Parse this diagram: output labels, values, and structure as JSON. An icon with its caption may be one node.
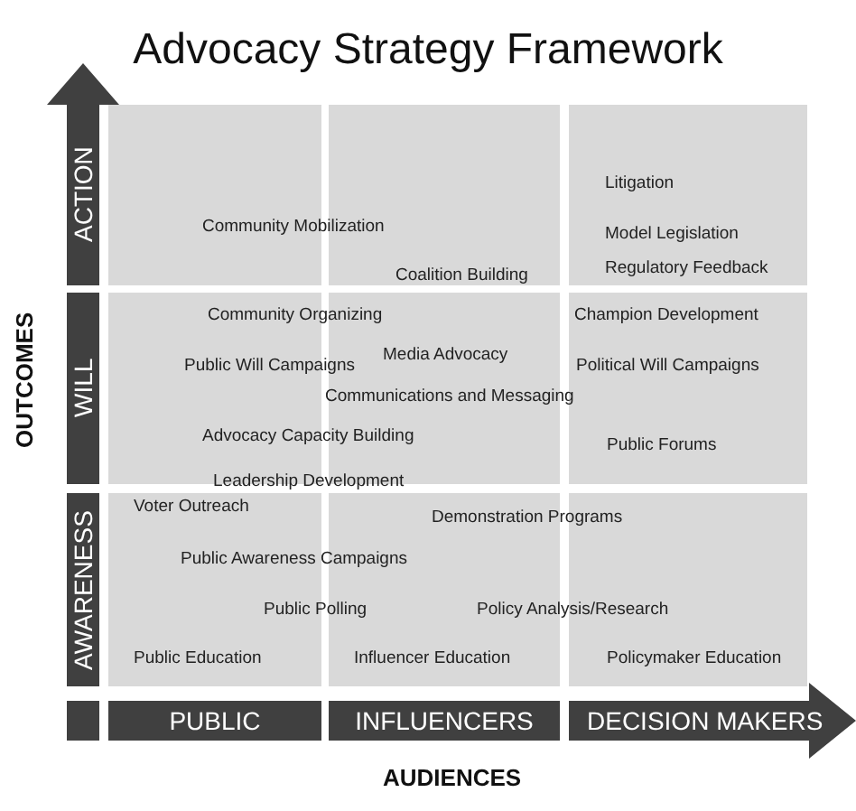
{
  "diagram": {
    "title": "Advocacy Strategy Framework",
    "nodes": [
      {
        "text": [
          "ACTION"
        ]
      },
      {
        "text": [
          "WILL"
        ]
      },
      {
        "text": [
          "AWARENESS"
        ]
      },
      {
        "text": [
          "PUBLIC"
        ]
      },
      {
        "text": [
          "INFLUENCERS"
        ]
      },
      {
        "text": [
          "DECISION MAKERS"
        ]
      }
    ],
    "edges": [],
    "labels": [
      "OUTCOMES",
      "Litigation",
      "Community Mobilization",
      "Model Legislation",
      "Regulatory Feedback",
      "Coalition Building",
      "Community Organizing",
      "Champion Development",
      "Media Advocacy",
      "Public Will Campaigns",
      "Political Will Campaigns",
      "Communications and Messaging",
      "Advocacy Capacity Building",
      "Public Forums",
      "Leadership Development",
      "Voter Outreach",
      "Demonstration Programs",
      "Public Awareness Campaigns",
      "Public Polling",
      "Policy Analysis/Research",
      "Public Education",
      "Influencer Education",
      "Policymaker Education",
      "AUDIENCES"
    ]
  }
}
